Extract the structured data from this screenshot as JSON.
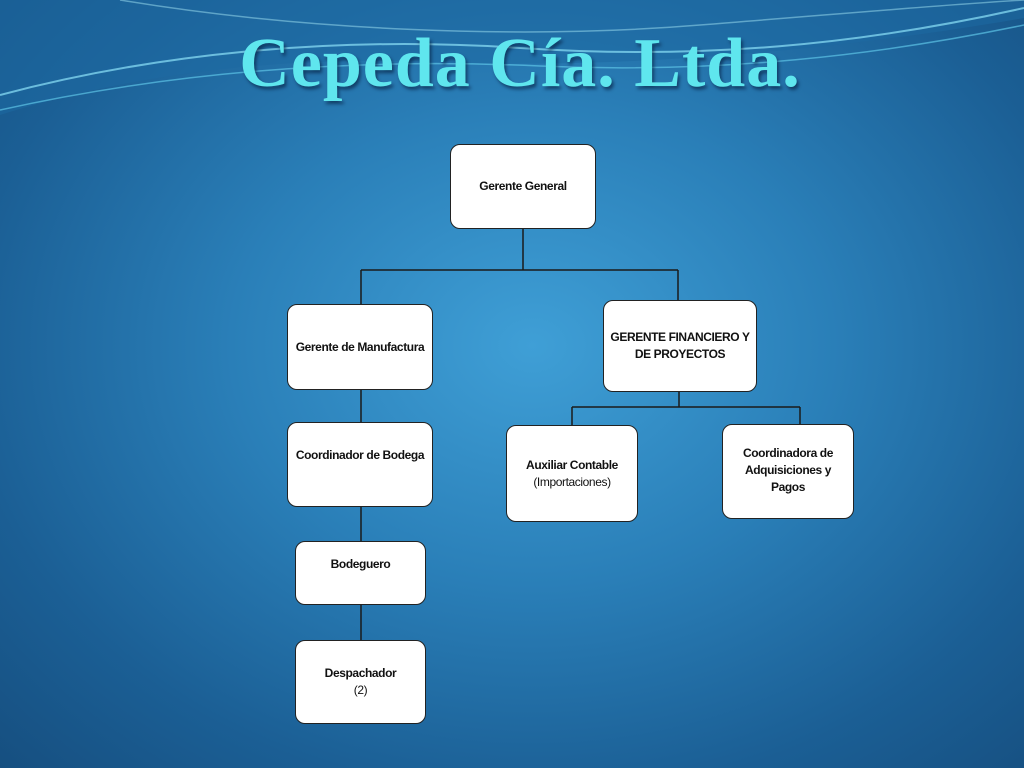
{
  "slide": {
    "title": "Cepeda Cía. Ltda."
  },
  "org_chart": {
    "general_manager": {
      "label": "Gerente General"
    },
    "manufacturing_manager": {
      "label": "Gerente de Manufactura"
    },
    "warehouse_coordinator": {
      "label": "Coordinador de Bodega"
    },
    "warehouse_keeper": {
      "label": "Bodeguero"
    },
    "dispatcher": {
      "label": "Despachador",
      "note": "(2)"
    },
    "financial_manager": {
      "label_line1": "GERENTE FINANCIERO Y",
      "label_line2": "DE PROYECTOS"
    },
    "accounting_assistant": {
      "label": "Auxiliar Contable",
      "note": "(Importaciones)"
    },
    "acquisitions_coordinator": {
      "label_line1": "Coordinadora de",
      "label_line2": "Adquisiciones y",
      "label_line3": "Pagos"
    }
  },
  "colors": {
    "title": "#5fe6ee",
    "background": "#2a7fb8",
    "box_fill": "#ffffff",
    "connector": "#1a1a1a"
  }
}
